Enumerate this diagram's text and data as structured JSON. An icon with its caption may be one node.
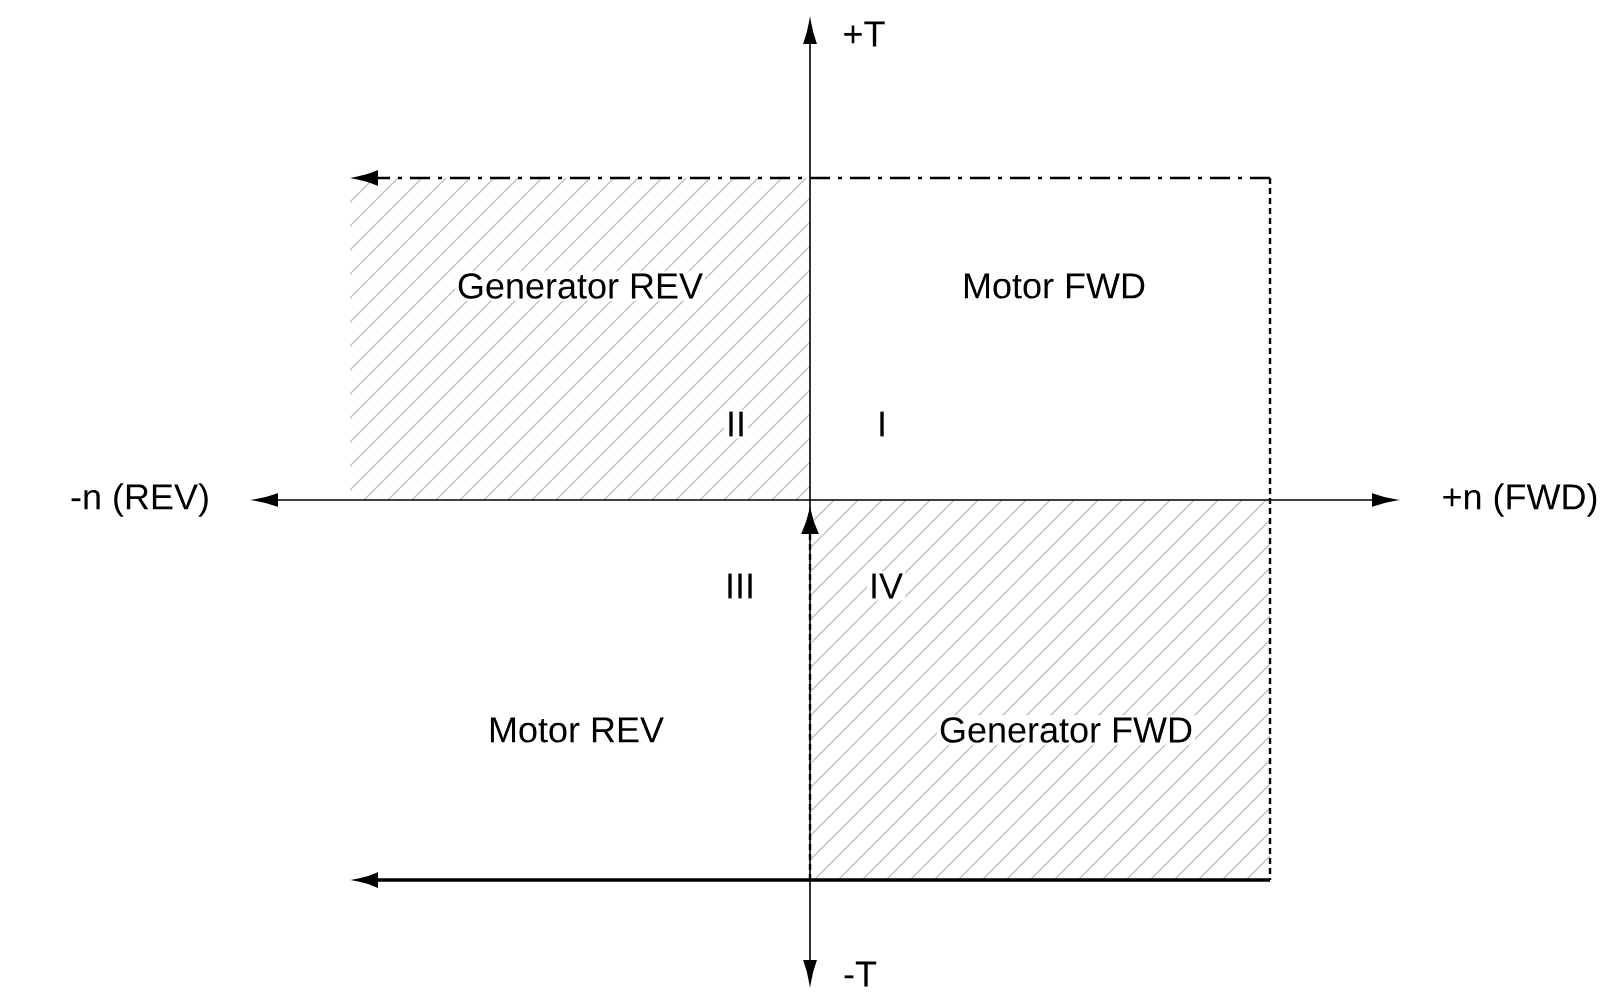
{
  "diagram": {
    "nodes": [
      {
        "text": [
          "Generator REV"
        ]
      },
      {
        "text": [
          "Generator FWD"
        ]
      }
    ],
    "labels": [
      "+T",
      "Motor FWD",
      "II",
      "I",
      "-n (REV)",
      "+n (FWD)",
      "III",
      "IV",
      "Motor REV",
      "-T"
    ]
  }
}
